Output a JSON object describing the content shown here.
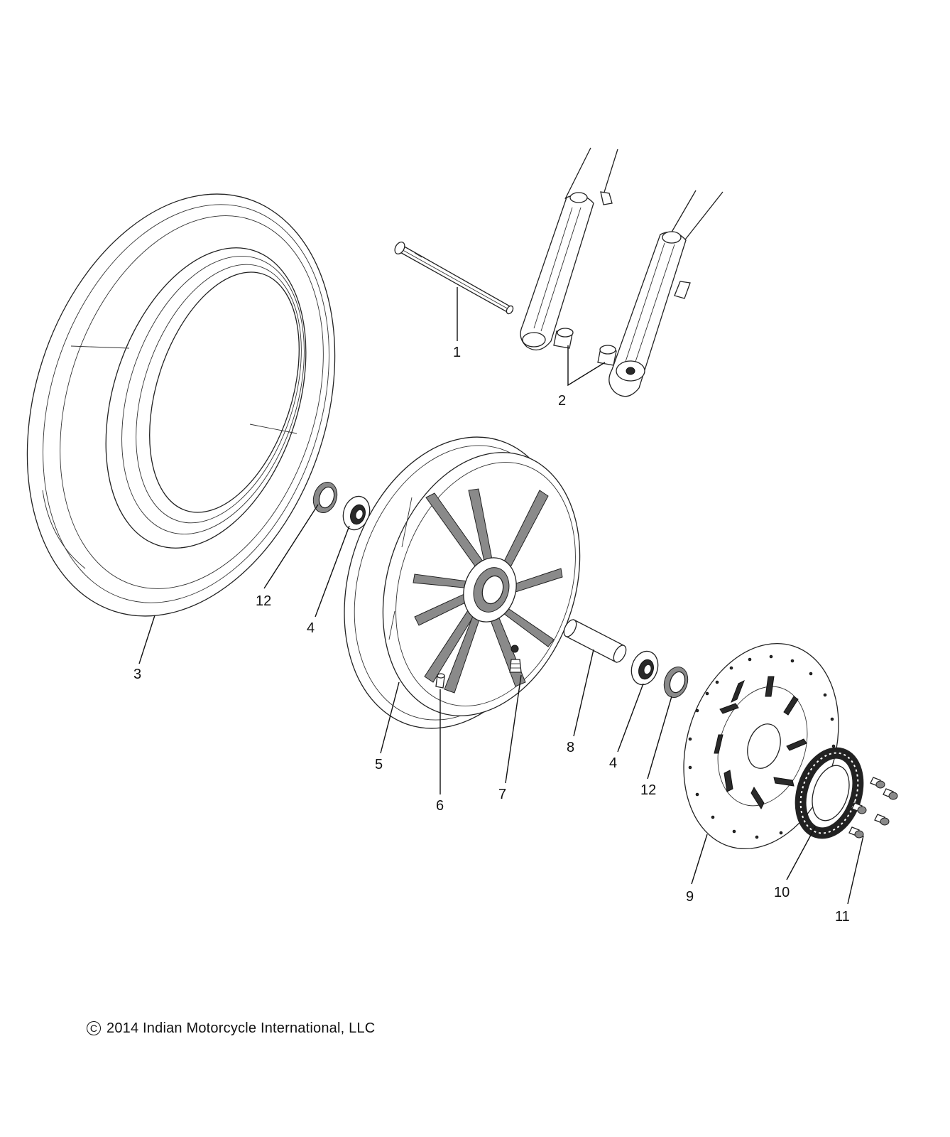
{
  "callouts": {
    "c1": "1",
    "c2": "2",
    "c3": "3",
    "c4a": "4",
    "c4b": "4",
    "c5": "5",
    "c6": "6",
    "c7": "7",
    "c8": "8",
    "c9": "9",
    "c10": "10",
    "c11": "11",
    "c12a": "12",
    "c12b": "12"
  },
  "copyright": {
    "symbol": "C",
    "text": "2014 Indian Motorcycle International, LLC"
  }
}
